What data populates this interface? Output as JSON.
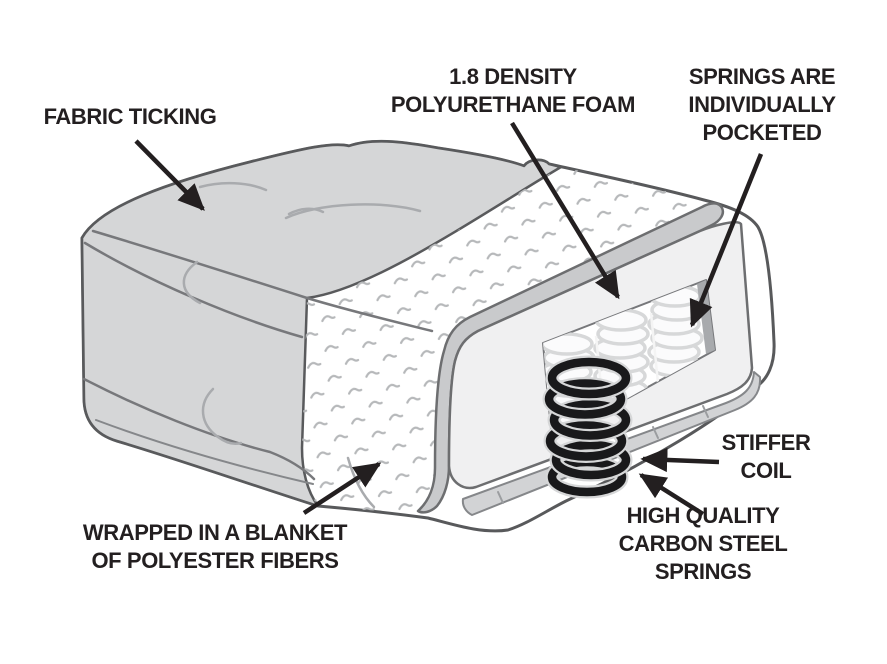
{
  "labels": {
    "fabric_ticking": "FABRIC TICKING",
    "density_foam": "1.8 DENSITY\nPOLYURETHANE FOAM",
    "pocketed_springs": "SPRINGS ARE\nINDIVIDUALLY\nPOCKETED",
    "polyester_blanket": "WRAPPED IN A BLANKET\nOF POLYESTER FIBERS",
    "stiffer_coil": "STIFFER\nCOIL",
    "carbon_springs": "HIGH QUALITY\nCARBON STEEL SPRINGS"
  },
  "colors": {
    "background": "#ffffff",
    "label_text": "#231f20",
    "arrow": "#231f20",
    "outline_dark": "#58595b",
    "mattress_gray": "#d5d6d7",
    "cover_band_gray": "#c9cacc",
    "foam_white": "#f0f0f1",
    "window_wall_gray": "#a8aaad",
    "pocket_spring_gray": "#d7d8d9",
    "base_band_gray": "#d2d3d5",
    "stitch_mark_gray": "#b6b8ba",
    "coil_black": "#19191b"
  },
  "icons": {
    "arrows": [
      "arrow-fabric-ticking",
      "arrow-polyurethane-foam",
      "arrow-pocketed-springs",
      "arrow-polyester-blanket",
      "arrow-stiffer-coil",
      "arrow-carbon-steel-springs"
    ]
  }
}
